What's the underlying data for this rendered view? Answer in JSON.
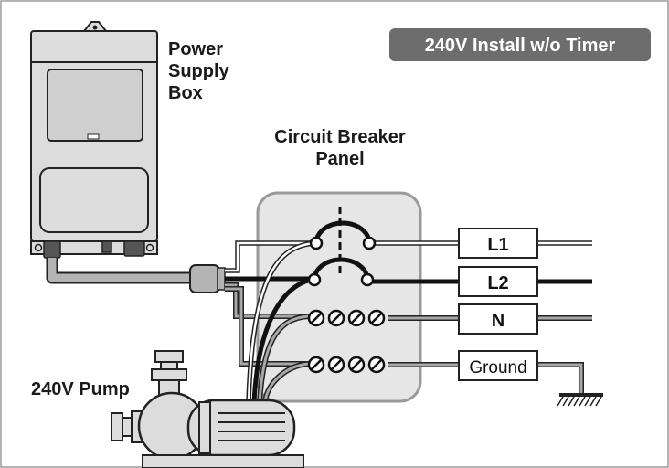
{
  "badge": "240V Install w/o Timer",
  "power_supply": {
    "label_lines": [
      "Power",
      "Supply",
      "Box"
    ]
  },
  "breaker_panel": {
    "label_lines": [
      "Circuit Breaker",
      "Panel"
    ]
  },
  "pump": {
    "label": "240V Pump"
  },
  "terminals": {
    "l1": "L1",
    "l2": "L2",
    "n": "N",
    "ground": "Ground"
  },
  "colors": {
    "badge_bg": "#6d6d6d",
    "box_fill": "#dcdcdc",
    "panel_fill": "#e6e6e6",
    "outline": "#222222",
    "wire_gray": "#8a8a8a"
  }
}
